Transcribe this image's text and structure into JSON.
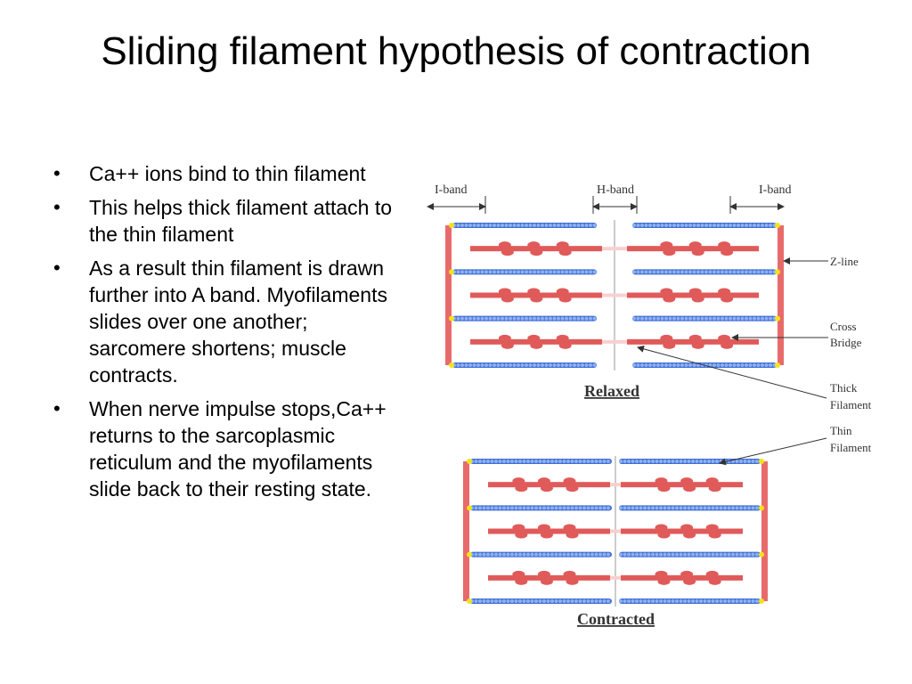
{
  "slide": {
    "title": "Sliding filament  hypothesis of contraction",
    "bullet_glyph": "•",
    "bullets": [
      "Ca++ ions bind to thin filament",
      "This helps thick filament attach to the thin filament",
      "As a result thin filament is drawn further into A band. Myofilaments slides over one another; sarcomere shortens;  muscle contracts.",
      "When nerve impulse stops,Ca++ returns to the sarcoplasmic reticulum and the myofilaments slide back to their resting state."
    ]
  },
  "diagram": {
    "labels": {
      "i_band_left": "I-band",
      "h_band": "H-band",
      "i_band_right": "I-band",
      "z_line": "Z-line",
      "cross_bridge_1": "Cross",
      "cross_bridge_2": "Bridge",
      "thick_1": "Thick",
      "thick_2": "Filament",
      "thin_1": "Thin",
      "thin_2": "Filament",
      "relaxed": "Relaxed",
      "contracted": "Contracted"
    },
    "colors": {
      "thin_filament": "#3f6fd6",
      "thick_filament": "#e05a5a",
      "z_line": "#e86b6b",
      "z_marker": "#f2e31a",
      "label": "#333333"
    }
  }
}
